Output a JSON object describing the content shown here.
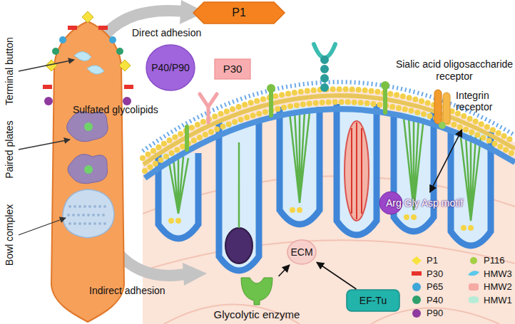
{
  "diagram": {
    "nodes": [
      {
        "text": [
          "P1"
        ]
      },
      {
        "text": [
          "P40/P90"
        ]
      },
      {
        "text": [
          "P30"
        ]
      },
      {
        "text": [
          "Integrin receptor"
        ]
      },
      {
        "text": [
          "Arg Gly Asp motif"
        ]
      },
      {
        "text": [
          "ECM"
        ]
      },
      {
        "text": [
          "EF-Tu"
        ]
      },
      {
        "text": [
          "Glycolytic enzyme"
        ]
      }
    ],
    "edges": [
      {
        "from": 3,
        "to": 4,
        "arrow": "both"
      },
      {
        "from": 6,
        "to": 5,
        "arrow": "to"
      },
      {
        "from": 7,
        "to": 5,
        "arrow": "to"
      }
    ],
    "labels": [
      "Direct adhesion",
      "Terminal button",
      "Sulfated glycolipids",
      "Sialic acid oligosaccharide receptor",
      "Paired plates",
      "Bowl complex",
      "Indirect adhesion"
    ],
    "legend": [
      {
        "text": "P1",
        "color": "#f7e23e"
      },
      {
        "text": "P30",
        "color": "#e8322c"
      },
      {
        "text": "P65",
        "color": "#3fa6d8"
      },
      {
        "text": "P40",
        "color": "#2f9f6c"
      },
      {
        "text": "P90",
        "color": "#8e3a9e"
      },
      {
        "text": "P116",
        "color": "#a3cf45"
      },
      {
        "text": "HMW3",
        "color": "#5cc9ea"
      },
      {
        "text": "HMW2",
        "color": "#f6aaa4"
      },
      {
        "text": "HMW1",
        "color": "#b6ecd7"
      }
    ]
  }
}
